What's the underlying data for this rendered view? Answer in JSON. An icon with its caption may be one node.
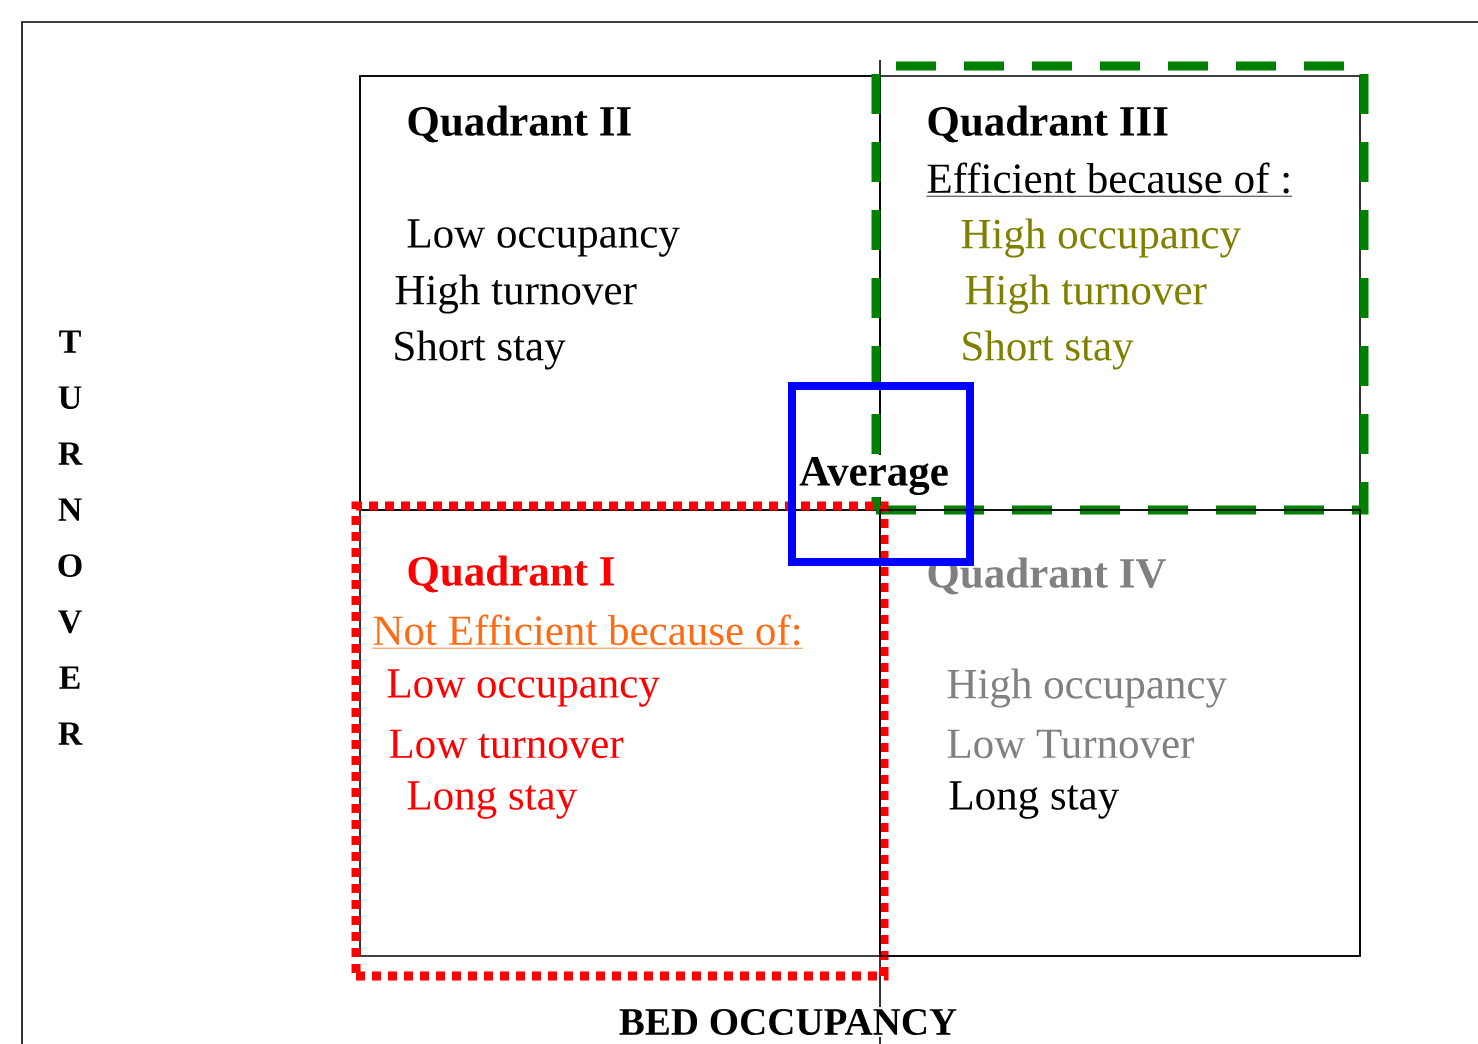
{
  "diagram": {
    "nodes": [
      {
        "text": [
          "Quadrant II",
          "Low occupancy",
          "High turnover",
          "Short stay"
        ]
      },
      {
        "text": [
          "Quadrant III",
          "Efficient because of :",
          "High occupancy",
          "High turnover",
          "Short stay"
        ]
      },
      {
        "text": [
          "Average"
        ]
      },
      {
        "text": [
          "Quadrant I",
          "Not Efficient because of:",
          "Low occupancy",
          "Low turnover",
          "Long stay"
        ]
      },
      {
        "text": [
          "Quadrant IV",
          "High occupancy",
          "Low Turnover",
          "Long stay"
        ]
      }
    ],
    "edges": [],
    "labels": [
      "TURNOVER",
      "BED OCCUPANCY"
    ]
  }
}
